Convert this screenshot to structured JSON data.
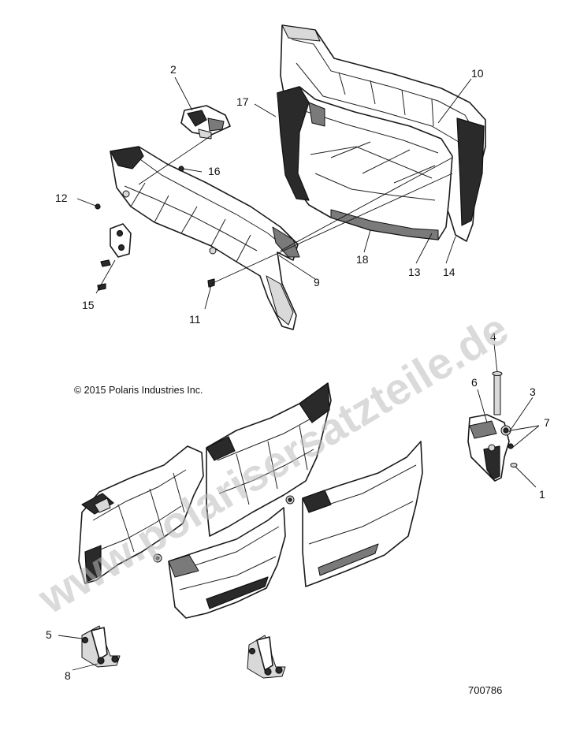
{
  "diagram": {
    "copyright": "© 2015 Polaris Industries Inc.",
    "figure_number": "700786",
    "watermark": "www.polarisersatzteile.de",
    "callouts": {
      "c1": "1",
      "c2": "2",
      "c3": "3",
      "c4": "4",
      "c5": "5",
      "c6": "6",
      "c7": "7",
      "c8": "8",
      "c9": "9",
      "c10": "10",
      "c11": "11",
      "c12": "12",
      "c13": "13",
      "c14": "14",
      "c15": "15",
      "c16": "16",
      "c17": "17",
      "c18": "18"
    }
  }
}
